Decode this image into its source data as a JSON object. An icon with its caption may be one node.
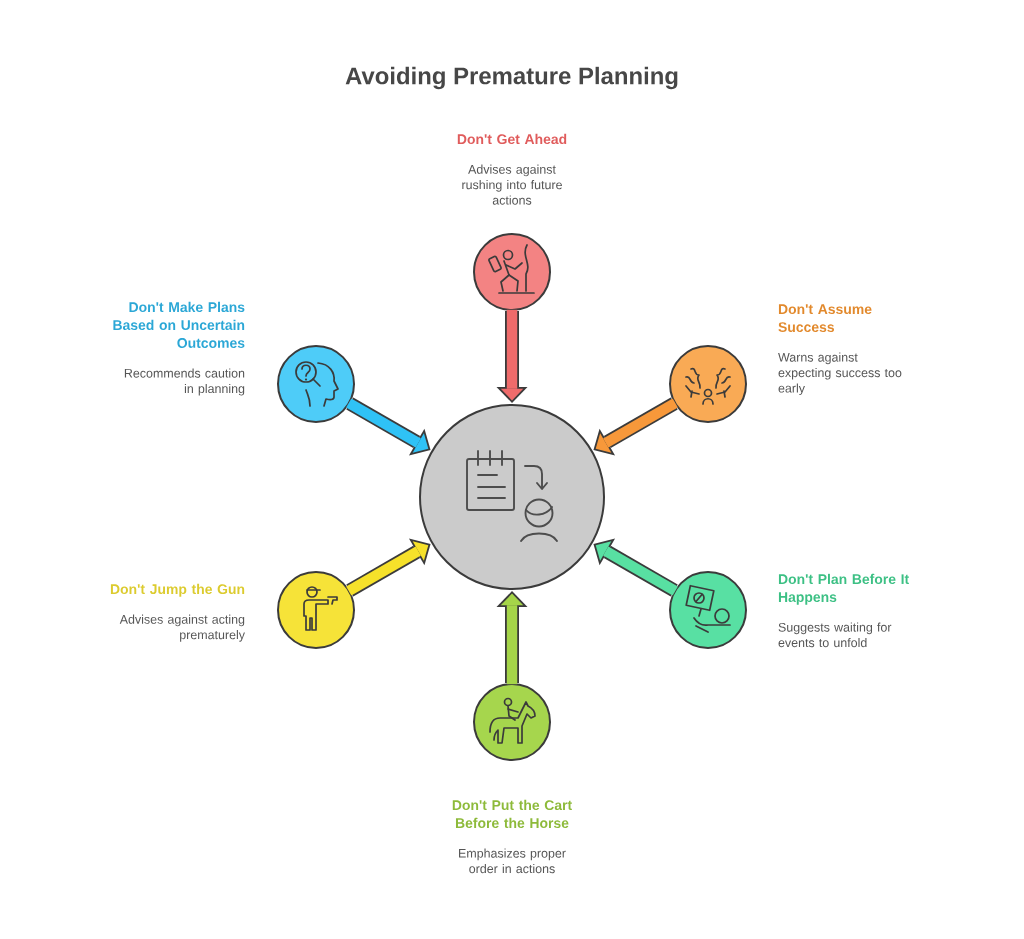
{
  "diagram": {
    "title": "Avoiding Premature Planning",
    "nodes": [
      {
        "text": [],
        "shape": "circle",
        "beside": [
          "Don't Get Ahead",
          "Advises against rushing into future actions"
        ]
      },
      {
        "text": [],
        "shape": "circle",
        "beside": [
          "Don't Make Plans Based on Uncertain Outcomes",
          "Recommends caution in planning"
        ]
      },
      {
        "text": [],
        "shape": "circle",
        "beside": [
          "Don't Assume Success",
          "Warns against expecting success too early"
        ]
      },
      {
        "text": [],
        "shape": "circle"
      },
      {
        "text": [],
        "shape": "circle",
        "beside": [
          "Don't Jump the Gun",
          "Advises against acting prematurely"
        ]
      },
      {
        "text": [],
        "shape": "circle",
        "beside": [
          "Don't Plan Before It Happens",
          "Suggests waiting for events to unfold"
        ]
      },
      {
        "text": [],
        "shape": "circle",
        "beside": [
          "Don't Put the Cart Before the Horse",
          "Emphasizes proper order in actions"
        ]
      }
    ],
    "edges": [
      {
        "from": 0,
        "to": 3,
        "arrow": "to",
        "color": "#ef6b6b"
      },
      {
        "from": 1,
        "to": 3,
        "arrow": "to",
        "color": "#2fc2f6"
      },
      {
        "from": 2,
        "to": 3,
        "arrow": "to",
        "color": "#f7983a"
      },
      {
        "from": 4,
        "to": 3,
        "arrow": "to",
        "color": "#f6e12a"
      },
      {
        "from": 5,
        "to": 3,
        "arrow": "to",
        "color": "#58e0a2"
      },
      {
        "from": 6,
        "to": 3,
        "arrow": "to",
        "color": "#a5d549"
      }
    ]
  }
}
